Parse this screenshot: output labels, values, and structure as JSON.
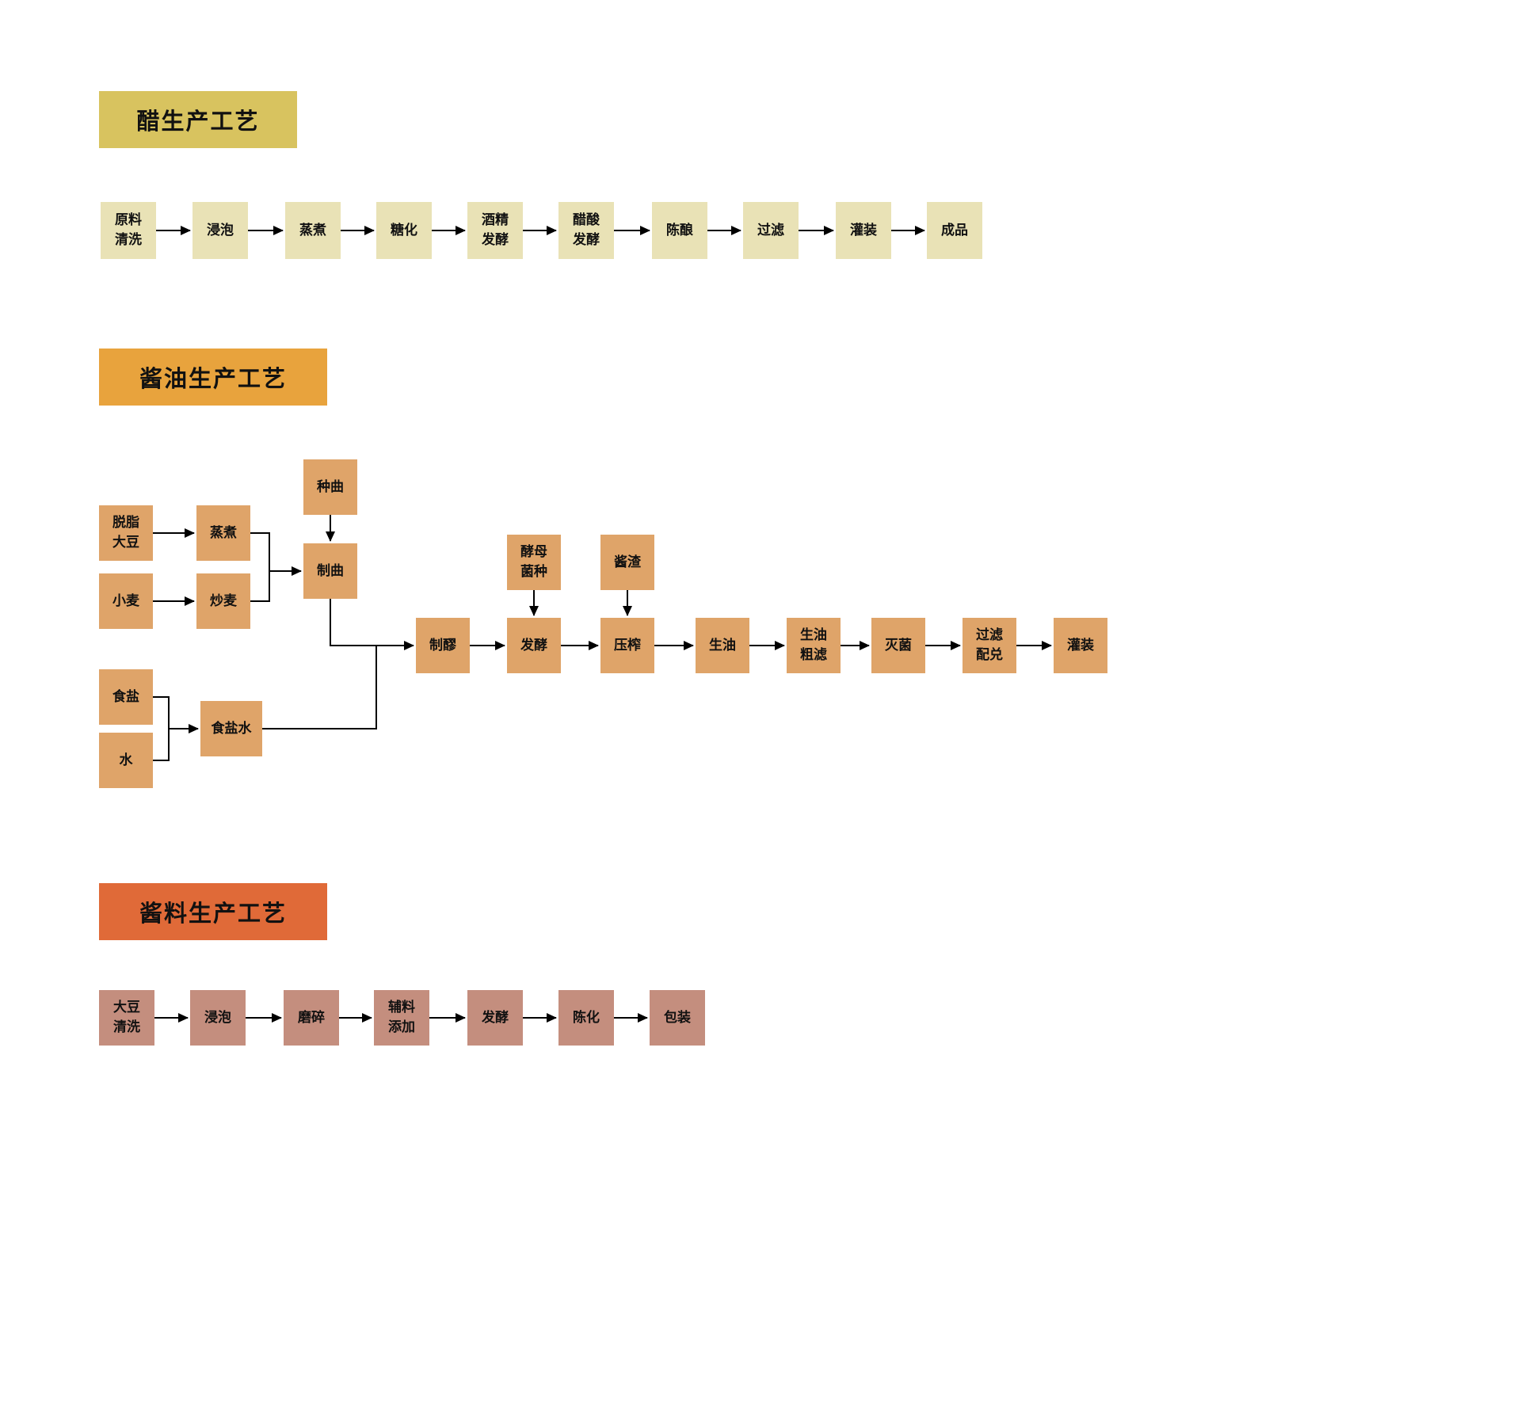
{
  "diagram": {
    "background": "#ffffff",
    "line_color": "#000000"
  },
  "sections": [
    {
      "id": "vinegar-process",
      "title": "醋生产工艺",
      "title_bg": "#d8c35f",
      "node_bg": "#e9e2b6",
      "nodes": [
        {
          "id": "raw-wash",
          "label": "原料\n清洗"
        },
        {
          "id": "soak",
          "label": "浸泡"
        },
        {
          "id": "steam",
          "label": "蒸煮"
        },
        {
          "id": "saccharify",
          "label": "糖化"
        },
        {
          "id": "alcohol-ferment",
          "label": "酒精\n发酵"
        },
        {
          "id": "acetic-ferment",
          "label": "醋酸\n发酵"
        },
        {
          "id": "age",
          "label": "陈酿"
        },
        {
          "id": "filter",
          "label": "过滤"
        },
        {
          "id": "fill",
          "label": "灌装"
        },
        {
          "id": "product",
          "label": "成品"
        }
      ],
      "edges": [
        {
          "from": "raw-wash",
          "to": "soak"
        },
        {
          "from": "soak",
          "to": "steam"
        },
        {
          "from": "steam",
          "to": "saccharify"
        },
        {
          "from": "saccharify",
          "to": "alcohol-ferment"
        },
        {
          "from": "alcohol-ferment",
          "to": "acetic-ferment"
        },
        {
          "from": "acetic-ferment",
          "to": "age"
        },
        {
          "from": "age",
          "to": "filter"
        },
        {
          "from": "filter",
          "to": "fill"
        },
        {
          "from": "fill",
          "to": "product"
        }
      ]
    },
    {
      "id": "soy-sauce-process",
      "title": "酱油生产工艺",
      "title_bg": "#e8a33d",
      "node_bg": "#dfa469",
      "nodes": [
        {
          "id": "seed-koji",
          "label": "种曲"
        },
        {
          "id": "defatted-soybean",
          "label": "脱脂\n大豆"
        },
        {
          "id": "steam",
          "label": "蒸煮"
        },
        {
          "id": "wheat",
          "label": "小麦"
        },
        {
          "id": "roast-wheat",
          "label": "炒麦"
        },
        {
          "id": "koji-making",
          "label": "制曲"
        },
        {
          "id": "yeast-culture",
          "label": "酵母\n菌种"
        },
        {
          "id": "sauce-residue",
          "label": "酱渣"
        },
        {
          "id": "mash",
          "label": "制醪"
        },
        {
          "id": "ferment",
          "label": "发酵"
        },
        {
          "id": "press",
          "label": "压榨"
        },
        {
          "id": "raw-oil",
          "label": "生油"
        },
        {
          "id": "raw-oil-filter",
          "label": "生油\n粗滤"
        },
        {
          "id": "sterilize",
          "label": "灭菌"
        },
        {
          "id": "filter-blend",
          "label": "过滤\n配兑"
        },
        {
          "id": "fill",
          "label": "灌装"
        },
        {
          "id": "salt",
          "label": "食盐"
        },
        {
          "id": "brine",
          "label": "食盐水"
        },
        {
          "id": "water",
          "label": "水"
        }
      ],
      "edges": [
        {
          "from": "seed-koji",
          "to": "koji-making"
        },
        {
          "from": "defatted-soybean",
          "to": "steam"
        },
        {
          "from": "wheat",
          "to": "roast-wheat"
        },
        {
          "from": "steam",
          "to": "koji-making"
        },
        {
          "from": "roast-wheat",
          "to": "koji-making"
        },
        {
          "from": "koji-making",
          "to": "mash"
        },
        {
          "from": "salt",
          "to": "brine"
        },
        {
          "from": "water",
          "to": "brine"
        },
        {
          "from": "brine",
          "to": "mash"
        },
        {
          "from": "mash",
          "to": "ferment"
        },
        {
          "from": "yeast-culture",
          "to": "ferment"
        },
        {
          "from": "ferment",
          "to": "press"
        },
        {
          "from": "sauce-residue",
          "to": "press"
        },
        {
          "from": "press",
          "to": "raw-oil"
        },
        {
          "from": "raw-oil",
          "to": "raw-oil-filter"
        },
        {
          "from": "raw-oil-filter",
          "to": "sterilize"
        },
        {
          "from": "sterilize",
          "to": "filter-blend"
        },
        {
          "from": "filter-blend",
          "to": "fill"
        }
      ]
    },
    {
      "id": "sauce-process",
      "title": "酱料生产工艺",
      "title_bg": "#e06a38",
      "node_bg": "#c48e7e",
      "nodes": [
        {
          "id": "soybean-wash",
          "label": "大豆\n清洗"
        },
        {
          "id": "soak",
          "label": "浸泡"
        },
        {
          "id": "grind",
          "label": "磨碎"
        },
        {
          "id": "additive",
          "label": "辅料\n添加"
        },
        {
          "id": "ferment",
          "label": "发酵"
        },
        {
          "id": "mature",
          "label": "陈化"
        },
        {
          "id": "pack",
          "label": "包装"
        }
      ],
      "edges": [
        {
          "from": "soybean-wash",
          "to": "soak"
        },
        {
          "from": "soak",
          "to": "grind"
        },
        {
          "from": "grind",
          "to": "additive"
        },
        {
          "from": "additive",
          "to": "ferment"
        },
        {
          "from": "ferment",
          "to": "mature"
        },
        {
          "from": "mature",
          "to": "pack"
        }
      ]
    }
  ]
}
